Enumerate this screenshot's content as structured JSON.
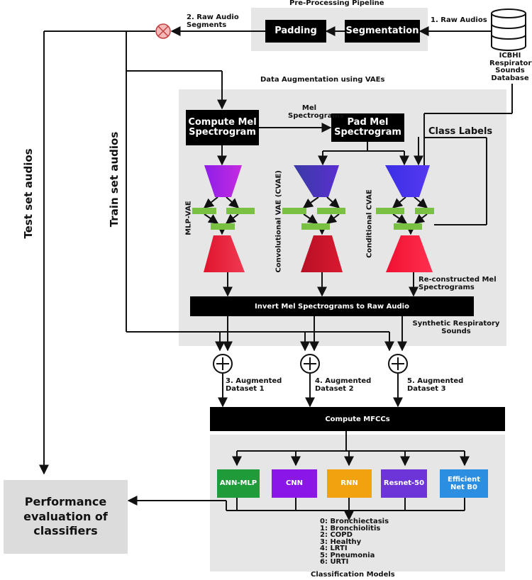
{
  "pipeline": {
    "title": "Pre-Processing Pipeline",
    "padding": "Padding",
    "segmentation": "Segmentation",
    "raw_audios": "1. Raw Audios",
    "raw_segments": "2. Raw Audio Segments"
  },
  "database": {
    "label": "ICBHI Respiratory Sounds Database"
  },
  "augmentation": {
    "title": "Data Augmentation using VAEs",
    "compute_mel": "Compute Mel Spectrogram",
    "pad_mel": "Pad Mel Spectrogram",
    "mel_spectrograms": "Mel Spectrograms",
    "class_labels": "Class Labels",
    "vae1": "MLP-VAE",
    "vae2": "Convolutional VAE (CVAE)",
    "vae3": "Conditional CVAE",
    "reconstructed": "Re-constructed Mel Spectrograms",
    "invert": "Invert Mel Spectrograms to Raw Audio",
    "synthetic": "Synthetic Respiratory Sounds"
  },
  "side": {
    "test_set": "Test set audios",
    "train_set": "Train set audios"
  },
  "datasets": {
    "d1": "3. Augmented Dataset 1",
    "d2": "4. Augmented Dataset 2",
    "d3": "5. Augmented Dataset 3"
  },
  "mfcc": "Compute MFCCs",
  "classifiers": {
    "c1": "ANN-MLP",
    "c2": "CNN",
    "c3": "RNN",
    "c4": "Resnet-50",
    "c5": "Efficient Net B0"
  },
  "classes": [
    "0: Bronchiectasis",
    "1: Bronchiolitis",
    "2: COPD",
    "3: Healthy",
    "4: LRTI",
    "5: Pneumonia",
    "6: URTI"
  ],
  "classification_title": "Classification Models",
  "performance": "Performance evaluation of classifiers",
  "colors": {
    "panel": "#e6e6e6",
    "green": "#7ac143",
    "ann": "#1f9b3a",
    "cnn": "#8a17e8",
    "rnn": "#f2a20f",
    "resnet": "#6d35d8",
    "efficient": "#2b8ee0",
    "multiply_fill": "#f4b9b9",
    "multiply_stroke": "#c44040"
  }
}
